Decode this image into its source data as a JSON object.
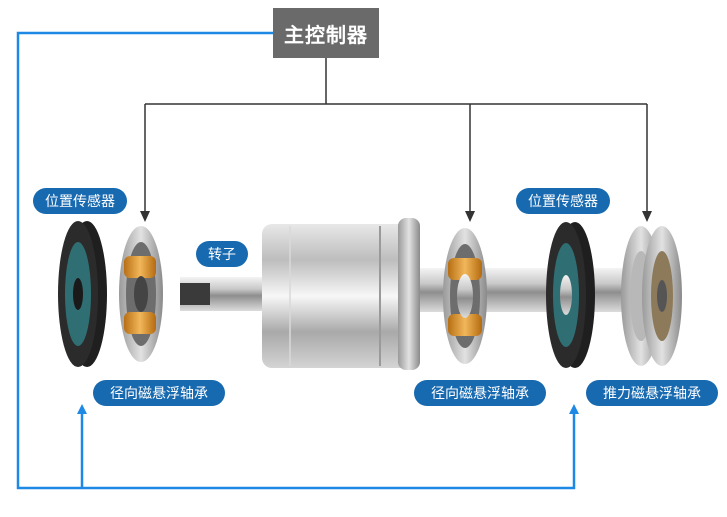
{
  "controller": {
    "label": "主控制器"
  },
  "labels": {
    "position_sensor_left": "位置传感器",
    "position_sensor_right": "位置传感器",
    "rotor": "转子",
    "radial_bearing_left": "径向磁悬浮轴承",
    "radial_bearing_right": "径向磁悬浮轴承",
    "thrust_bearing": "推力磁悬浮轴承"
  },
  "colors": {
    "signal_line": "#1e88e5",
    "control_line": "#333333",
    "label_bg": "#1769b0",
    "controller_bg": "#6a6a6a",
    "coil": "#e8a23a",
    "sensor_disc": "#2b2b2b",
    "pcb": "#2f6f73"
  }
}
